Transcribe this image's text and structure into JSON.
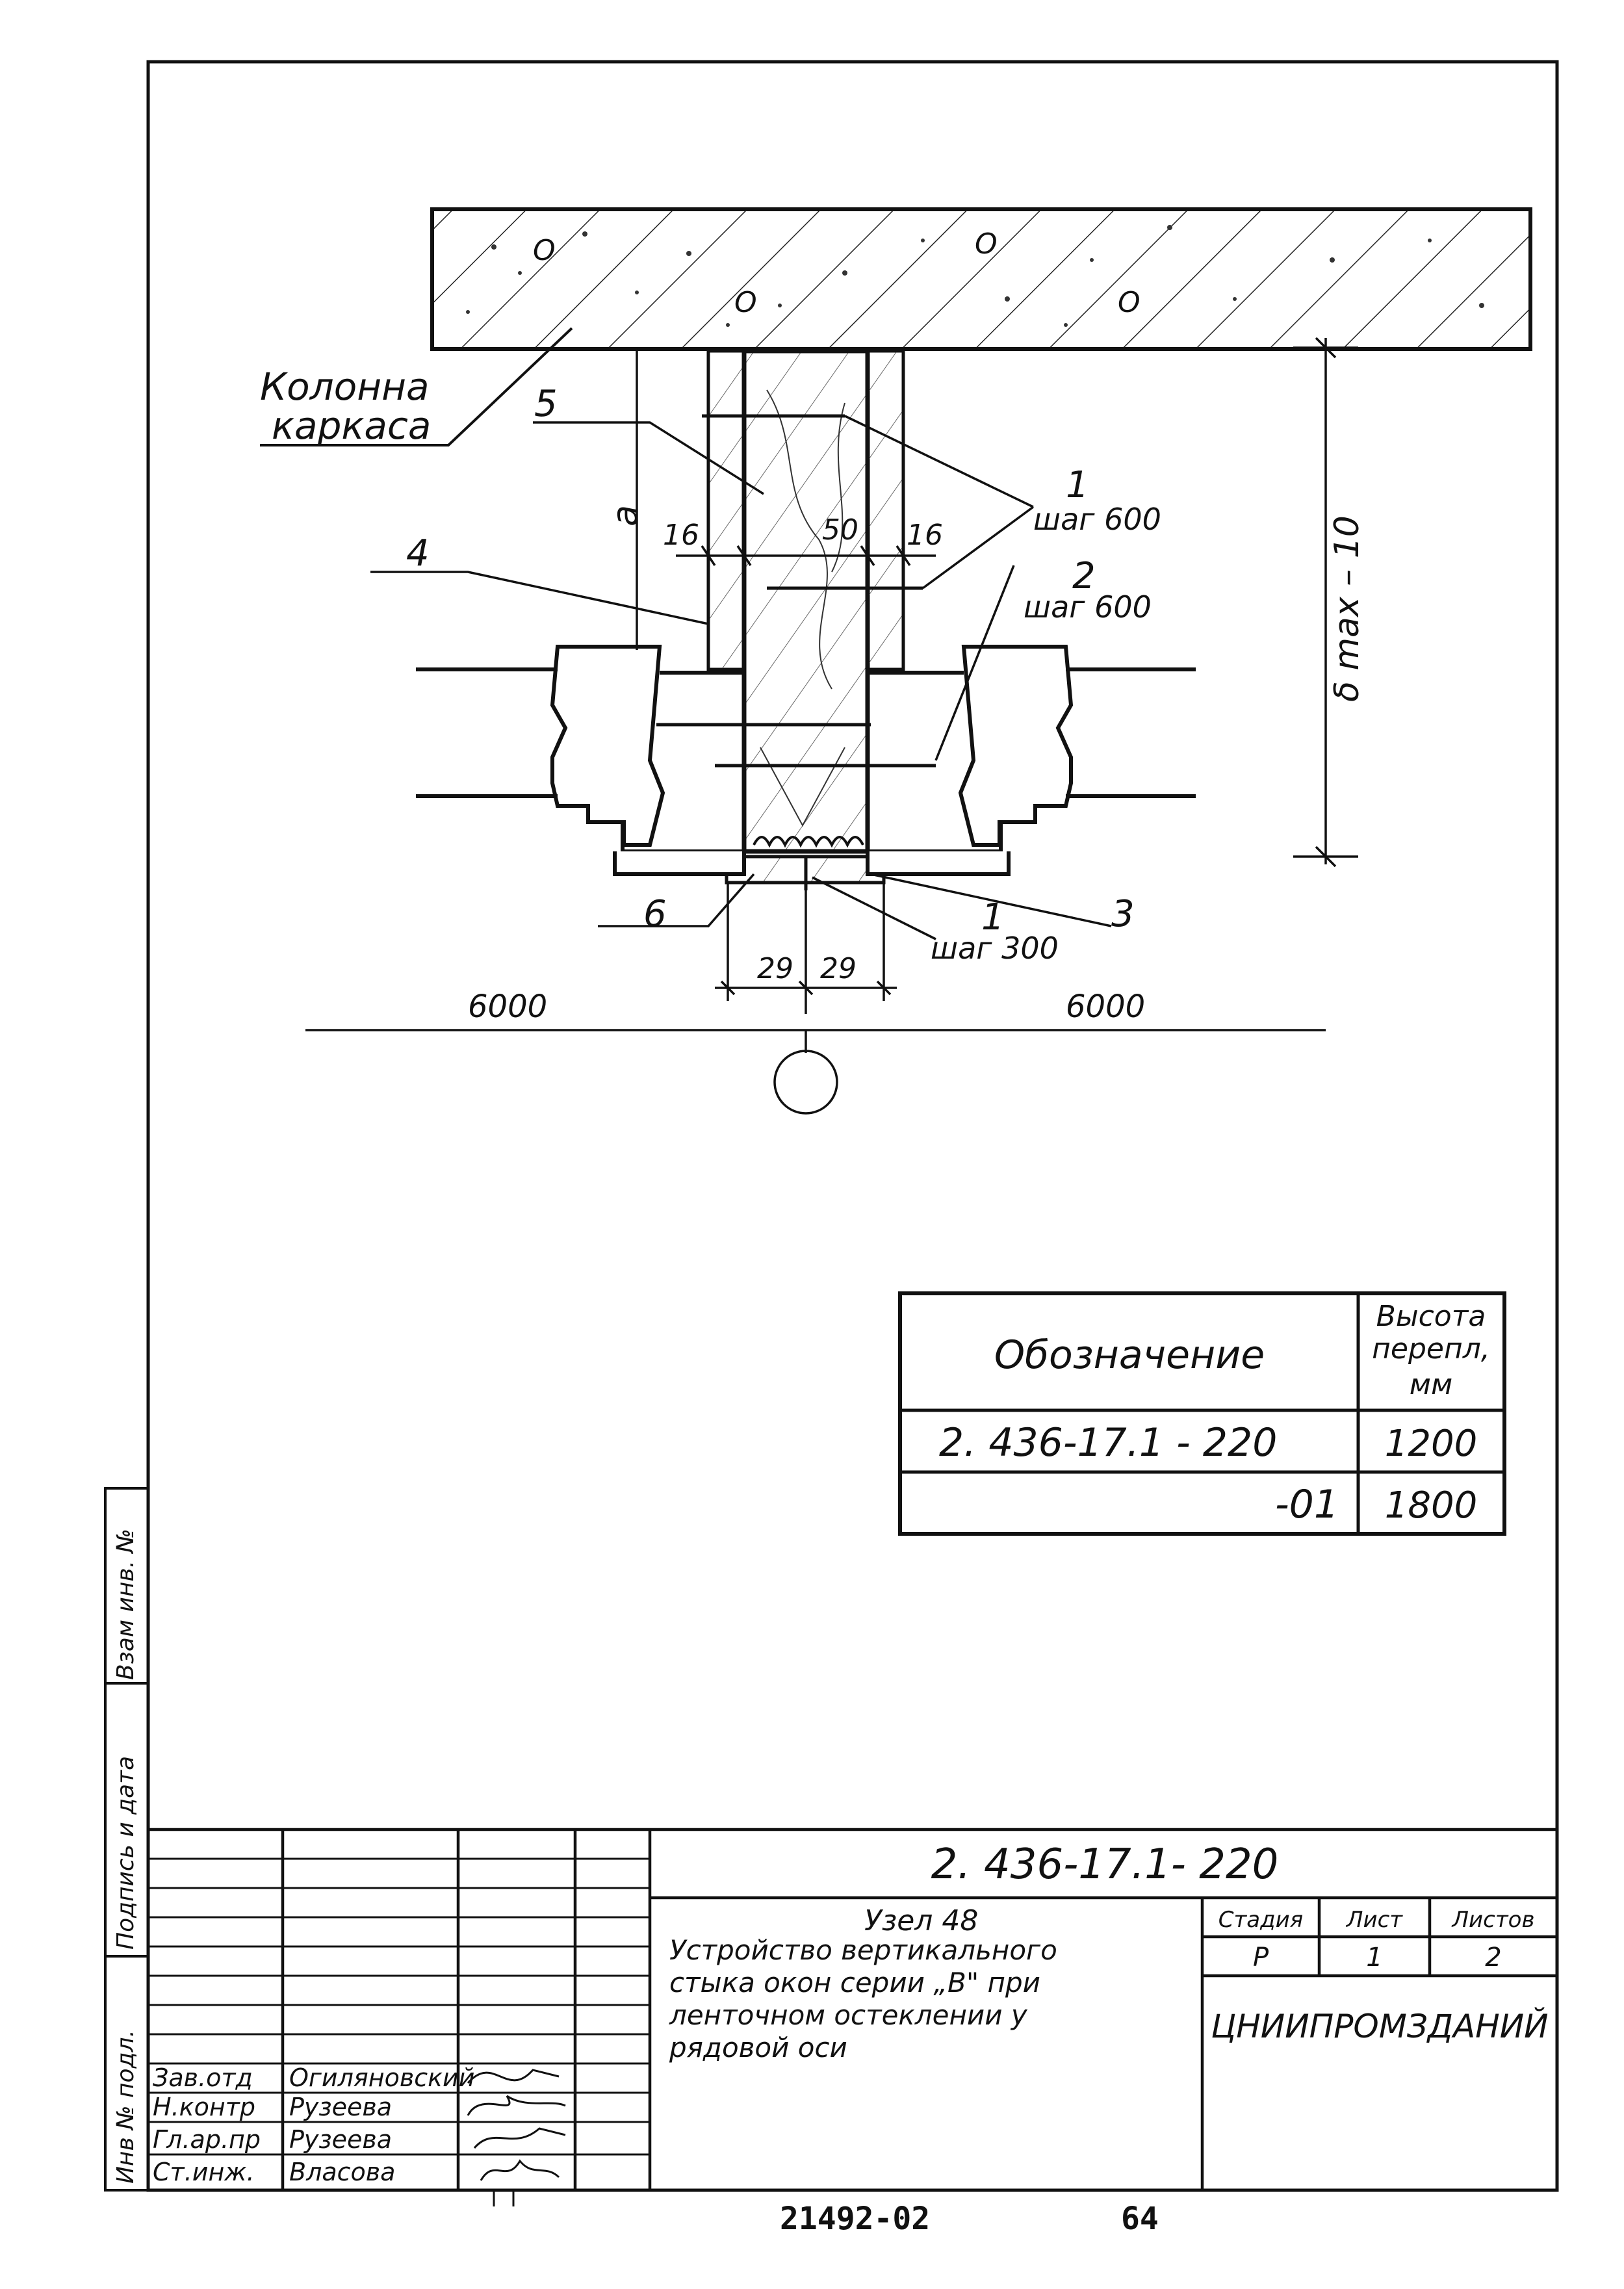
{
  "drawing": {
    "column_label_line1": "Колонна",
    "column_label_line2": "каркаса",
    "callouts": {
      "c1_top": "1",
      "c1_top_spec": "шаг 600",
      "c2": "2",
      "c2_spec": "шаг 600",
      "c1_bottom": "1",
      "c1_bottom_spec": "шаг 300",
      "c3": "3",
      "c4": "4",
      "c5": "5",
      "c6": "6"
    },
    "dims": {
      "left_16": "16",
      "center_50": "50",
      "right_16": "16",
      "dim_a": "а",
      "height": "δ max – 10",
      "left_29": "29",
      "right_29": "29",
      "span_left": "6000",
      "span_right": "6000"
    }
  },
  "spec_table": {
    "headers": {
      "designation": "Обозначение",
      "height_l1": "Высота",
      "height_l2": "перепл,",
      "height_l3": "мм"
    },
    "rows": [
      {
        "designation": "2. 436-17.1 - 220",
        "height": "1200"
      },
      {
        "designation": "-01",
        "height": "1800"
      }
    ]
  },
  "side_stamp": {
    "inv_original": "Инв № подл.",
    "signature_date": "Подпись и дата",
    "replaces_inv": "Взам инв. №"
  },
  "title_block": {
    "doc_code": "2. 436-17.1- 220",
    "node": "Узел 48",
    "description_l1": "Устройство вертикального",
    "description_l2": "стыка окон серии „В\" при",
    "description_l3": "ленточном остеклении у",
    "description_l4": "рядовой оси",
    "stage_header": "Стадия",
    "sheet_header": "Лист",
    "sheets_header": "Листов",
    "stage": "Р",
    "sheet": "1",
    "sheets": "2",
    "organization": "ЦНИИПРОМЗДАНИЙ",
    "roles": [
      {
        "role": "Зав.отд",
        "name": "Огиляновский"
      },
      {
        "role": "Н.контр",
        "name": "Рузеева"
      },
      {
        "role": "Гл.ар.пр",
        "name": "Рузеева"
      },
      {
        "role": "Ст.инж.",
        "name": "Власова"
      }
    ]
  },
  "footer": {
    "number": "21492-02",
    "page": "64"
  }
}
